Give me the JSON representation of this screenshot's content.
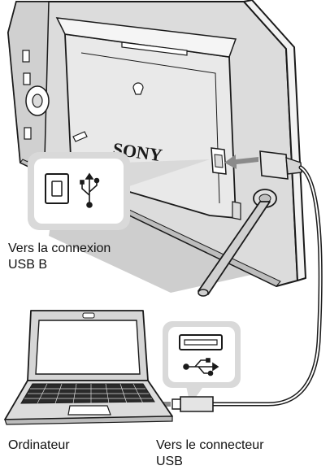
{
  "labels": {
    "usb_b_line1": "Vers la connexion",
    "usb_b_line2": "USB B",
    "computer": "Ordinateur",
    "usb_connector_line1": "Vers le connecteur",
    "usb_connector_line2": "USB"
  },
  "logo_text": "SONY",
  "colors": {
    "line": "#1a1a1a",
    "frame_gray": "#d8d8d8",
    "shadow": "#c9c9c9",
    "arrow": "#8a8a8a",
    "background": "#ffffff"
  }
}
